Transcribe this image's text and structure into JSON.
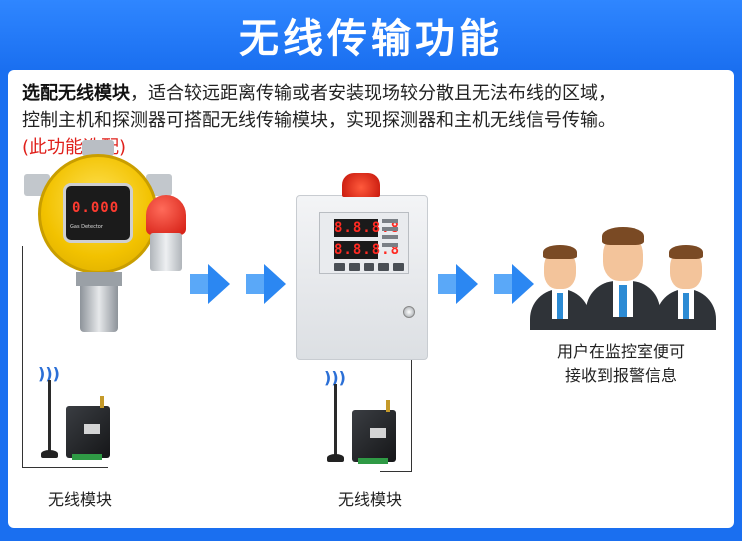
{
  "header": {
    "title": "无线传输功能"
  },
  "description": {
    "bold_lead": "选配无线模块",
    "line1_rest": "，适合较远距离传输或者安装现场较分散且无法布线的区域，",
    "line2": "控制主机和探测器可搭配无线传输模块，实现探测器和主机无线信号传输。",
    "note": "(此功能选配)"
  },
  "detector": {
    "display_value": "0.000",
    "brand_label": "Gas Detector"
  },
  "controller": {
    "display_top": "8.8.8.8",
    "display_bottom": "8.8.8.8"
  },
  "people": {
    "caption_line1": "用户在监控室便可",
    "caption_line2": "接收到报警信息"
  },
  "modules": [
    {
      "label": "无线模块"
    },
    {
      "label": "无线模块"
    }
  ],
  "colors": {
    "background": "#1a6ff0",
    "accent_red": "#e0201b",
    "arrow": "#2b87f2"
  }
}
